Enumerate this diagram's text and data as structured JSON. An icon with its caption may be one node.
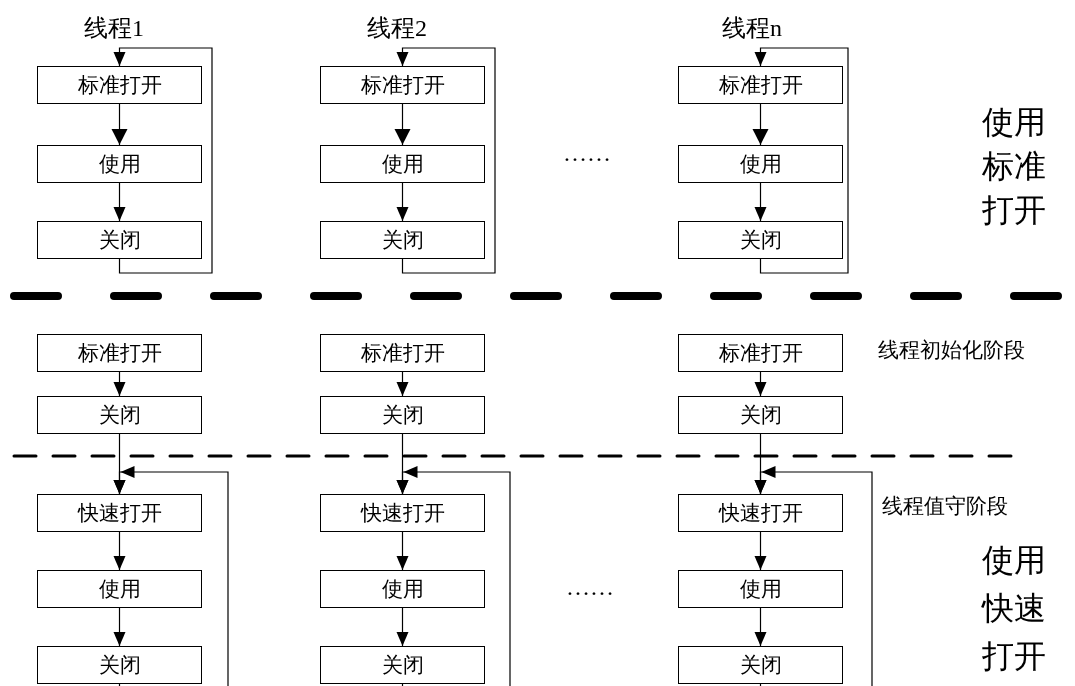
{
  "diagram": {
    "nodes": [
      {
        "text": [
          "标准打开"
        ]
      },
      {
        "text": [
          "使用"
        ]
      },
      {
        "text": [
          "关闭"
        ]
      },
      {
        "text": [
          "标准打开"
        ]
      },
      {
        "text": [
          "使用"
        ]
      },
      {
        "text": [
          "关闭"
        ]
      },
      {
        "text": [
          "标准打开"
        ]
      },
      {
        "text": [
          "使用"
        ]
      },
      {
        "text": [
          "关闭"
        ]
      },
      {
        "text": [
          "标准打开"
        ]
      },
      {
        "text": [
          "关闭"
        ]
      },
      {
        "text": [
          "标准打开"
        ]
      },
      {
        "text": [
          "关闭"
        ]
      },
      {
        "text": [
          "标准打开"
        ]
      },
      {
        "text": [
          "关闭"
        ]
      },
      {
        "text": [
          "快速打开"
        ]
      },
      {
        "text": [
          "使用"
        ]
      },
      {
        "text": [
          "关闭"
        ]
      },
      {
        "text": [
          "快速打开"
        ]
      },
      {
        "text": [
          "使用"
        ]
      },
      {
        "text": [
          "关闭"
        ]
      },
      {
        "text": [
          "快速打开"
        ]
      },
      {
        "text": [
          "使用"
        ]
      },
      {
        "text": [
          "关闭"
        ]
      }
    ],
    "edges": [
      {
        "from": 0,
        "to": 1,
        "arrow": "to"
      },
      {
        "from": 1,
        "to": 2,
        "arrow": "to"
      },
      {
        "from": 2,
        "to": 0,
        "arrow": "to"
      },
      {
        "from": 3,
        "to": 4,
        "arrow": "to"
      },
      {
        "from": 4,
        "to": 5,
        "arrow": "to"
      },
      {
        "from": 5,
        "to": 3,
        "arrow": "to"
      },
      {
        "from": 6,
        "to": 7,
        "arrow": "to"
      },
      {
        "from": 7,
        "to": 8,
        "arrow": "to"
      },
      {
        "from": 8,
        "to": 6,
        "arrow": "to"
      },
      {
        "from": 9,
        "to": 10,
        "arrow": "to"
      },
      {
        "from": 11,
        "to": 12,
        "arrow": "to"
      },
      {
        "from": 13,
        "to": 14,
        "arrow": "to"
      },
      {
        "from": 10,
        "to": 15,
        "arrow": "to"
      },
      {
        "from": 12,
        "to": 18,
        "arrow": "to"
      },
      {
        "from": 14,
        "to": 21,
        "arrow": "to"
      },
      {
        "from": 15,
        "to": 16,
        "arrow": "to"
      },
      {
        "from": 16,
        "to": 17,
        "arrow": "to"
      },
      {
        "from": 17,
        "to": null,
        "arrow": "none"
      },
      {
        "from": null,
        "to": 15,
        "arrow": "to"
      },
      {
        "from": 18,
        "to": 19,
        "arrow": "to"
      },
      {
        "from": 19,
        "to": 20,
        "arrow": "to"
      },
      {
        "from": 20,
        "to": null,
        "arrow": "none"
      },
      {
        "from": null,
        "to": 18,
        "arrow": "to"
      },
      {
        "from": 21,
        "to": 22,
        "arrow": "to"
      },
      {
        "from": 22,
        "to": 23,
        "arrow": "to"
      },
      {
        "from": 23,
        "to": null,
        "arrow": "none"
      },
      {
        "from": null,
        "to": 21,
        "arrow": "to"
      }
    ],
    "labels": [
      "线程1",
      "线程2",
      "线程n",
      "……",
      "使用标准打开",
      "线程初始化阶段",
      "线程值守阶段",
      "……",
      "使用快速打开"
    ]
  }
}
